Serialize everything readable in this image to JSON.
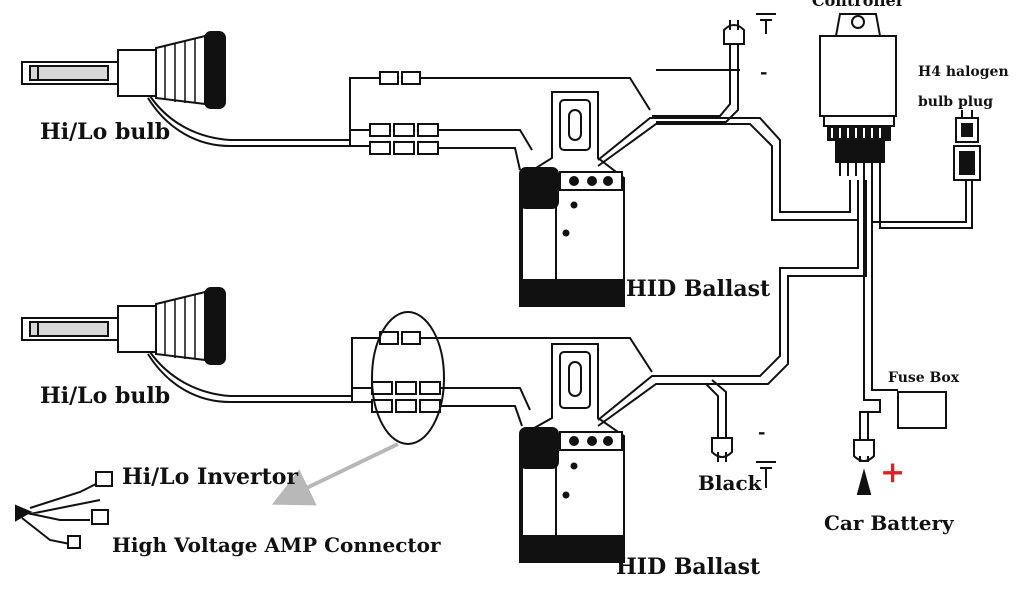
{
  "labels": {
    "controller": "Controller",
    "h4_line1": "H4 halogen",
    "h4_line2": "bulb plug",
    "bulb_top": "Hi/Lo bulb",
    "bulb_bottom": "Hi/Lo bulb",
    "ballast_top": "HID Ballast",
    "ballast_bottom": "HID Ballast",
    "fuse_box": "Fuse Box",
    "black": "Black",
    "car_battery": "Car Battery",
    "invertor": "Hi/Lo Invertor",
    "amp_connector": "High Voltage AMP Connector",
    "minus_top": "-",
    "minus_bottom": "-",
    "plus": "+"
  },
  "colors": {
    "line": "#111111",
    "plus": "#e02020",
    "arrow": "#b8b8b8"
  }
}
